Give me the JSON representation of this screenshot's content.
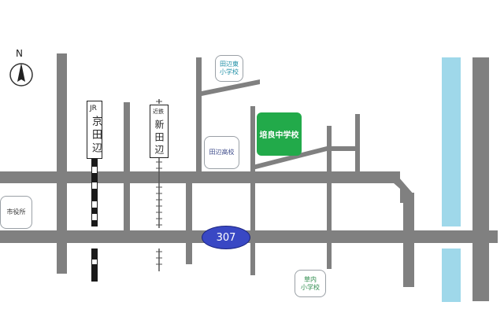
{
  "compass": {
    "north_label": "N"
  },
  "stations": {
    "jr_kyotanabe": {
      "operator": "JR",
      "name": "京田辺"
    },
    "kintetsu_shintanabe": {
      "operator": "近鉄",
      "name": "新田辺"
    }
  },
  "places": {
    "target_school": {
      "name": "培良中学校",
      "color": "#22aa4a"
    },
    "tanabe_higashi_es": {
      "line1": "田辺東",
      "line2": "小学校",
      "text_color": "#1f8fa6"
    },
    "tanabe_hs": {
      "name": "田辺高校",
      "text_color": "#3c4a8a"
    },
    "city_hall": {
      "name": "市役所"
    },
    "kusauchi_es": {
      "line1": "草内",
      "line2": "小学校",
      "text_color": "#2a8a4a"
    }
  },
  "route_badge": {
    "number": "307",
    "color": "#3948c4"
  },
  "colors": {
    "road": "#808080",
    "river": "#9fd8ea"
  }
}
